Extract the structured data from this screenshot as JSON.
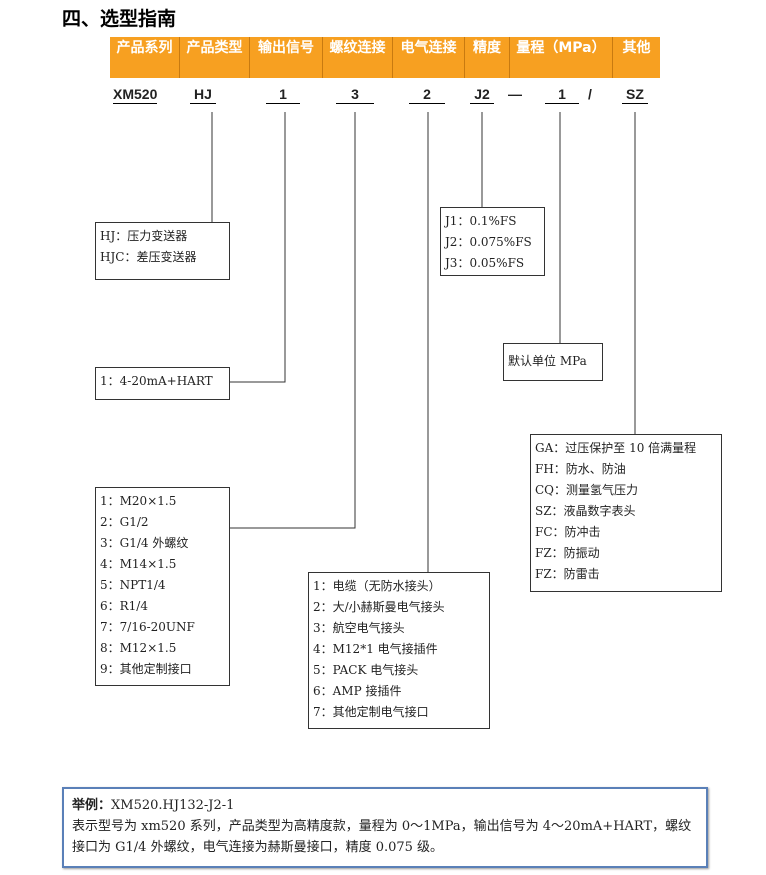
{
  "title": "四、选型指南",
  "headers": [
    "产品系列",
    "产品类型",
    "输出信号",
    "螺纹连接",
    "电气连接",
    "精度",
    "量程（MPa）",
    "其他"
  ],
  "codes": {
    "series": "XM520",
    "type": "HJ",
    "output": "1",
    "thread": "3",
    "electric": "2",
    "precision": "J2",
    "dash": "—",
    "range": "1",
    "slash": "/",
    "other": "SZ"
  },
  "type_options": [
    "HJ：压力变送器",
    "HJC：差压变送器"
  ],
  "output_options": [
    "1：4-20mA+HART"
  ],
  "thread_options": [
    "1：M20×1.5",
    "2：G1/2",
    "3：G1/4 外螺纹",
    "4：M14×1.5",
    "5：NPT1/4",
    "6：R1/4",
    "7：7/16-20UNF",
    "8：M12×1.5",
    "9：其他定制接口"
  ],
  "electric_options": [
    "1：电缆（无防水接头）",
    "2：大/小赫斯曼电气接头",
    "3：航空电气接头",
    "4：M12*1 电气接插件",
    "5：PACK 电气接头",
    "6：AMP 接插件",
    "7：其他定制电气接口"
  ],
  "precision_options": [
    "J1：0.1%FS",
    "J2：0.075%FS",
    "J3：0.05%FS"
  ],
  "range_options": [
    "默认单位 MPa"
  ],
  "other_options": [
    "GA：过压保护至 10 倍满量程",
    "FH：防水、防油",
    "CQ：测量氢气压力",
    "SZ：液晶数字表头",
    "FC：防冲击",
    "FZ：防振动",
    "FZ：防雷击"
  ],
  "example": {
    "label": "举例：",
    "code": "XM520.HJ132-J2-1",
    "description": "表示型号为 xm520 系列，产品类型为高精度款，量程为 0～1MPa，输出信号为 4～20mA+HART，螺纹接口为 G1/4 外螺纹，电气连接为赫斯曼接口，精度 0.075 级。"
  }
}
